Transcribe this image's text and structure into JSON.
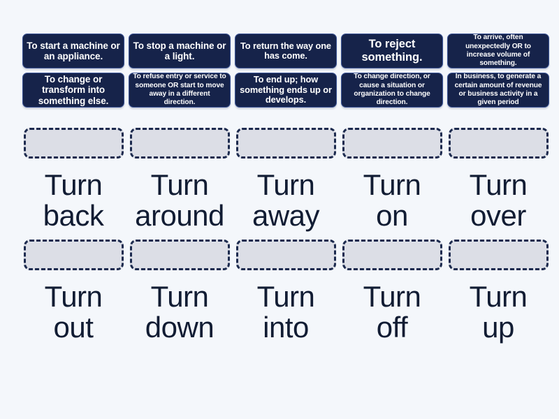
{
  "activity": {
    "type": "match-up",
    "background_color": "#f4f7fb",
    "tile_color": "#16234a",
    "tile_border_color": "#3b5496",
    "dropzone_fill_color": "#dcdee6",
    "dropzone_border_color": "#1c2a4e",
    "label_color": "#111c33"
  },
  "tiles": {
    "row1": [
      {
        "text": "To start a machine or an appliance.",
        "size": "sz-lg"
      },
      {
        "text": "To stop a machine or a light.",
        "size": "sz-lg"
      },
      {
        "text": "To return the way one has come.",
        "size": "sz-md"
      },
      {
        "text": "To reject something.",
        "size": "sz-xl"
      },
      {
        "text": "To arrive, often unexpectedly OR to increase volume of something.",
        "size": "sz-sm"
      }
    ],
    "row2": [
      {
        "text": "To change or transform into something else.",
        "size": "sz-lg"
      },
      {
        "text": "To refuse entry or service to someone OR start to move away in a different direction.",
        "size": "sz-sm"
      },
      {
        "text": "To end up; how something ends up or develops.",
        "size": "sz-md"
      },
      {
        "text": "To change direction, or cause a situation or organization to change direction.",
        "size": "sz-sm"
      },
      {
        "text": "In business, to generate a certain amount of revenue or business activity in a given period",
        "size": "sz-sm"
      }
    ]
  },
  "answers": {
    "row1": [
      {
        "line1": "Turn",
        "line2": "back"
      },
      {
        "line1": "Turn",
        "line2": "around"
      },
      {
        "line1": "Turn",
        "line2": "away"
      },
      {
        "line1": "Turn",
        "line2": "on"
      },
      {
        "line1": "Turn",
        "line2": "over"
      }
    ],
    "row2": [
      {
        "line1": "Turn",
        "line2": "out"
      },
      {
        "line1": "Turn",
        "line2": "down"
      },
      {
        "line1": "Turn",
        "line2": "into"
      },
      {
        "line1": "Turn",
        "line2": "off"
      },
      {
        "line1": "Turn",
        "line2": "up"
      }
    ]
  }
}
